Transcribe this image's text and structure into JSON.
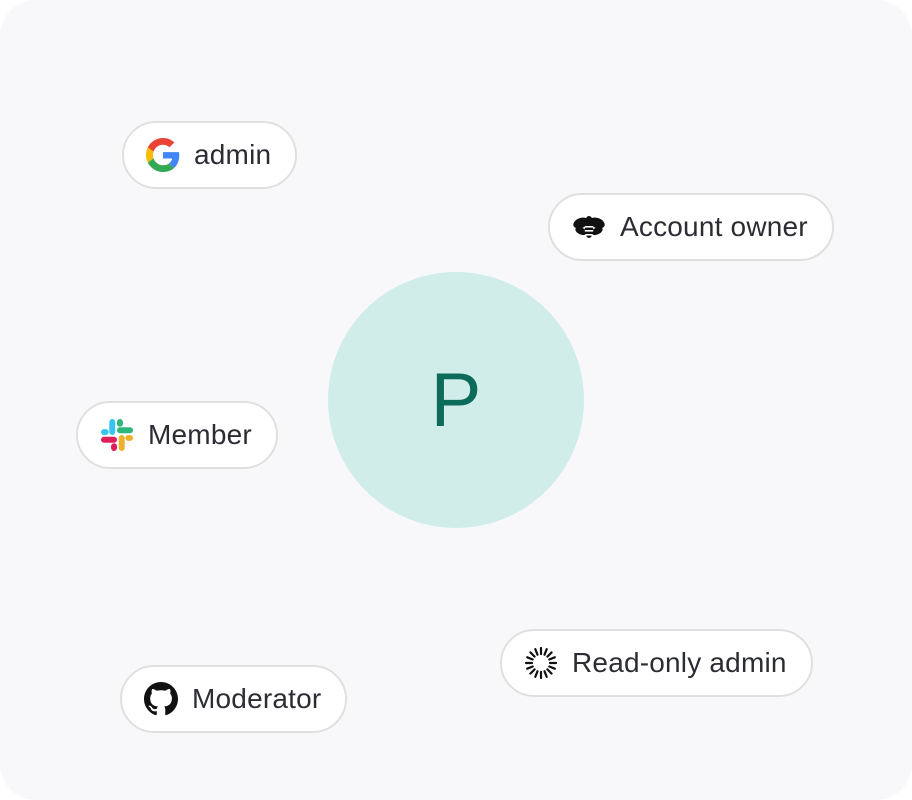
{
  "avatar": {
    "letter": "P",
    "background": "#d0ede9",
    "color": "#0d6b5a"
  },
  "roles": [
    {
      "provider_icon": "google-icon",
      "label": "admin"
    },
    {
      "provider_icon": "bee-icon",
      "label": "Account owner"
    },
    {
      "provider_icon": "slack-icon",
      "label": "Member"
    },
    {
      "provider_icon": "sunburst-icon",
      "label": "Read-only admin"
    },
    {
      "provider_icon": "github-icon",
      "label": "Moderator"
    }
  ],
  "colors": {
    "canvas_background": "#f8f8fa",
    "pill_border": "#e0e0e0",
    "text": "#2b2d33"
  }
}
